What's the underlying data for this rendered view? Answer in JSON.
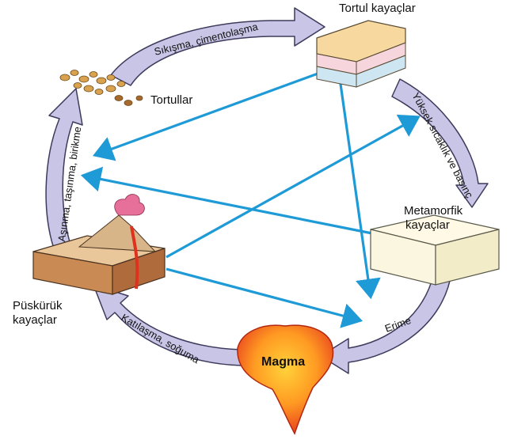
{
  "nodes": {
    "sedimentary": "Tortul kayaçlar",
    "sediments": "Tortullar",
    "metamorphic_line1": "Metamorfik",
    "metamorphic_line2": "kayaçlar",
    "igneous_line1": "Püskürük",
    "igneous_line2": "kayaçlar",
    "magma": "Magma"
  },
  "processes": {
    "compaction": "Sıkışma, çimentolaşma",
    "heat_pressure": "Yüksek sıcaklık ve basınç",
    "melting": "Erime",
    "solidification": "Katılaşma, soğuma",
    "erosion": "Aşınma, taşınma, birikme"
  },
  "colors": {
    "cycle_arrow_fill": "#c9c5e6",
    "cycle_arrow_stroke": "#3d3a5c",
    "blue_arrow": "#1e9ad6",
    "magma_outer": "#e8431e",
    "magma_inner": "#ffd23a",
    "sediment_top": "#f7d9a0",
    "sediment_layer_pink": "#f6d6dc",
    "sediment_layer_blue": "#cde6f2",
    "metamorphic_face": "#fbf6df",
    "igneous_side": "#b06b3c",
    "pebbles": "#d9a24e"
  }
}
